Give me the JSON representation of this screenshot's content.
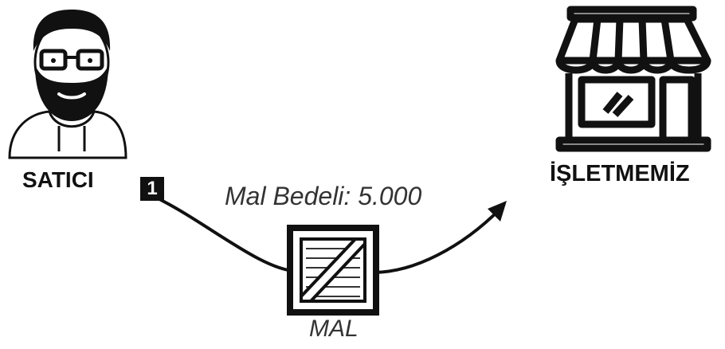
{
  "seller": {
    "label": "SATICI",
    "icon": "bearded-man-with-glasses-icon"
  },
  "business": {
    "label": "İŞLETMEMİZ",
    "icon": "storefront-icon"
  },
  "flow": {
    "step": "1",
    "price_label": "Mal Bedeli: 5.000",
    "goods_label": "MAL",
    "goods_icon": "wooden-crate-icon"
  },
  "colors": {
    "ink": "#111111",
    "label_gray": "#333333",
    "background": "#ffffff"
  }
}
